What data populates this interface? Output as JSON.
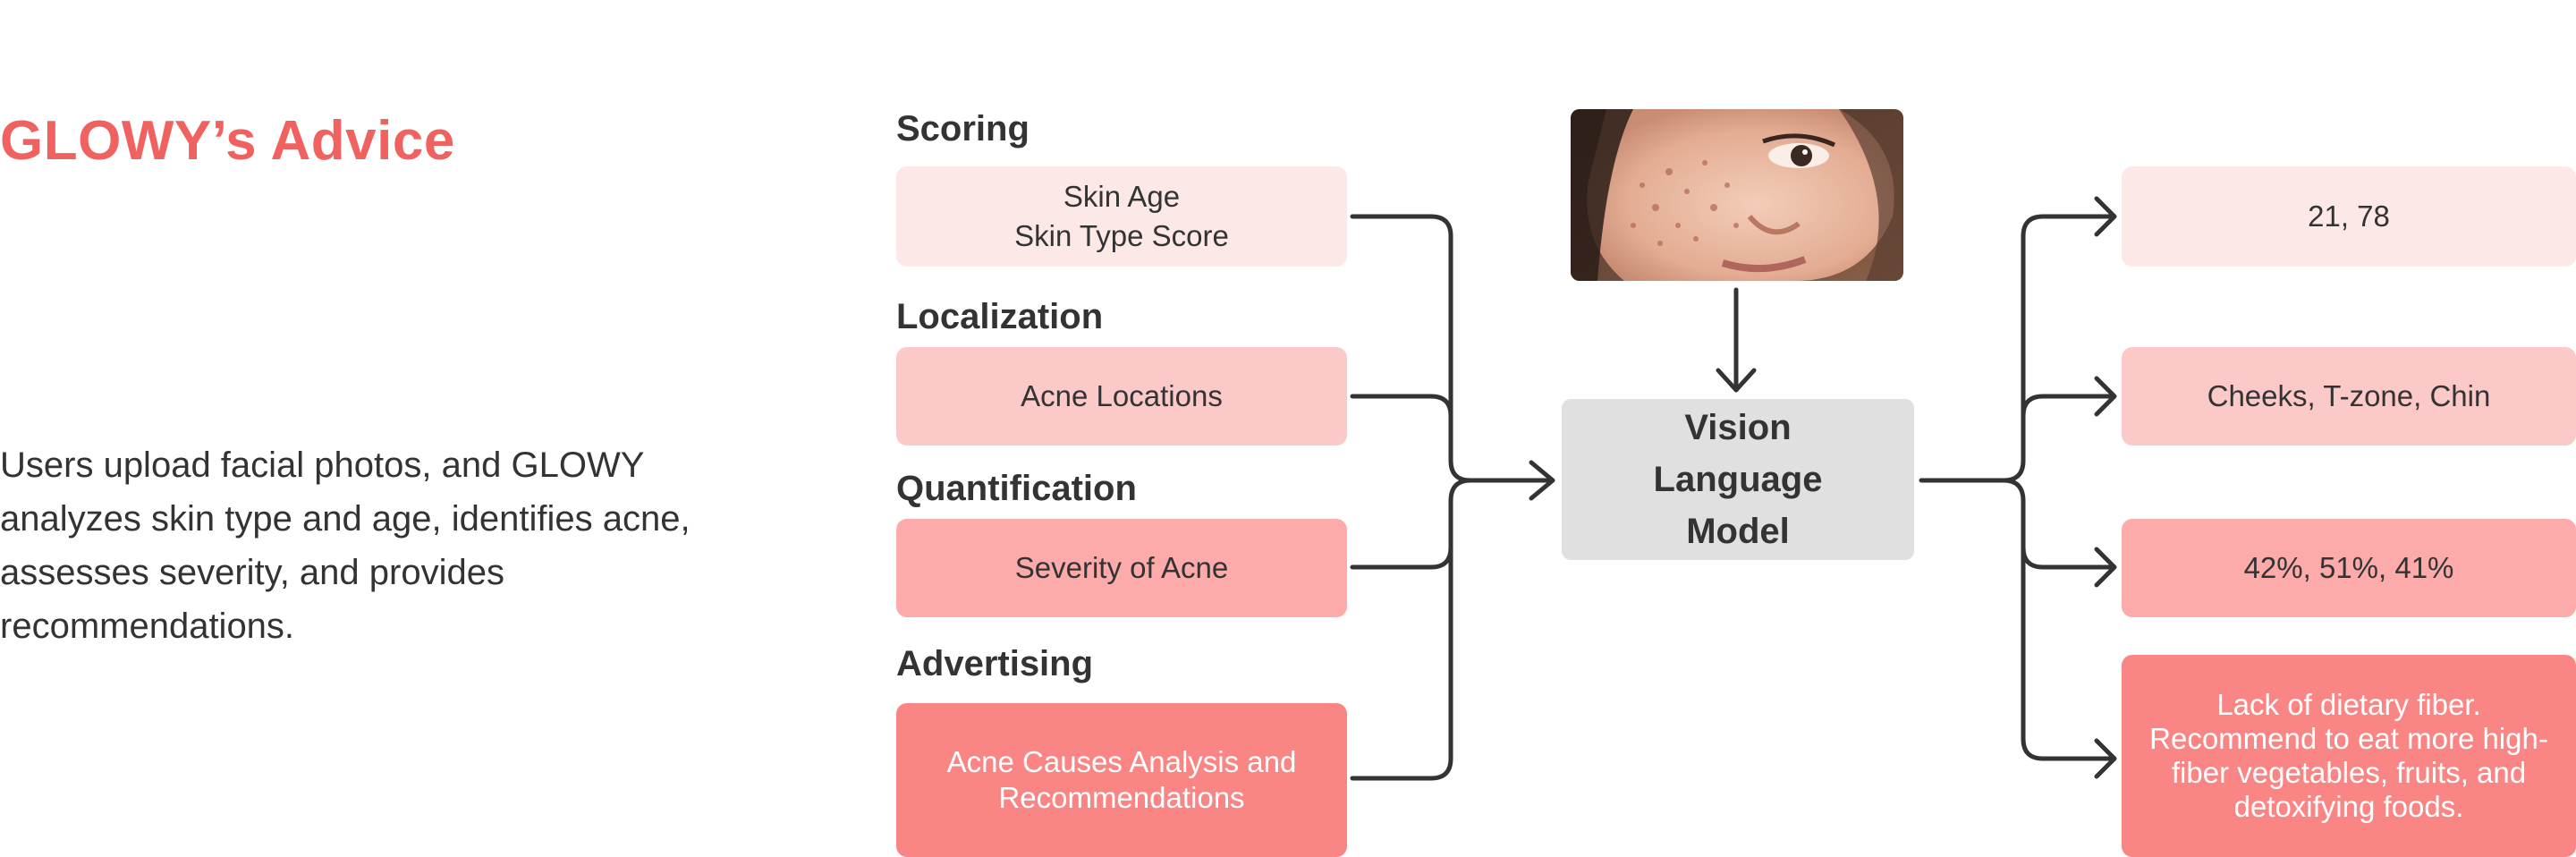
{
  "title": "GLOWY’s Advice",
  "description": "Users upload facial photos, and GLOWY analyzes skin type and age, identifies acne, assesses severity, and provides recommendations.",
  "sections": {
    "scoring": {
      "label": "Scoring",
      "input_lines": [
        "Skin Age",
        "Skin Type Score"
      ],
      "output": "21, 78"
    },
    "localization": {
      "label": "Localization",
      "input_lines": [
        "Acne Locations"
      ],
      "output": "Cheeks, T-zone, Chin"
    },
    "quantification": {
      "label": "Quantification",
      "input_lines": [
        "Severity of Acne"
      ],
      "output": "42%, 51%, 41%"
    },
    "advertising": {
      "label": "Advertising",
      "input_lines": [
        "Acne Causes Analysis and",
        "Recommendations"
      ],
      "output_lines": [
        "Lack of dietary fiber.",
        "Recommend to eat more high-",
        "fiber vegetables, fruits, and",
        "detoxifying foods."
      ]
    }
  },
  "model": {
    "lines": [
      "Vision",
      "Language",
      "Model"
    ]
  },
  "colors": {
    "title": "#f0625f",
    "box_light": "#fde8e8",
    "box_mid": "#fcc9c9",
    "box_strong": "#fcaaaa",
    "box_dark": "#fa8585",
    "model_box": "#e0e0e0",
    "connector": "#333333"
  },
  "icons": {
    "face_photo": "face-photo-image",
    "arrow": "arrow-right-icon"
  }
}
